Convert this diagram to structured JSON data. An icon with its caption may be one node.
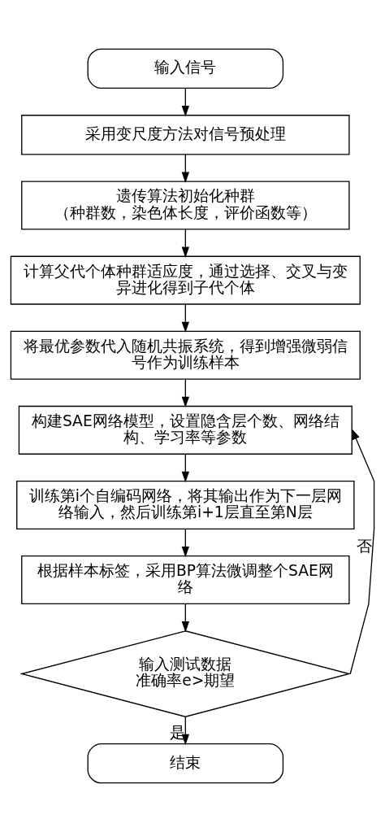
{
  "diagram": {
    "nodes": [
      {
        "text": [
          "输入信号"
        ]
      },
      {
        "text": [
          "采用变尺度方法对信号预处理"
        ]
      },
      {
        "text": [
          "遗传算法初始化种群",
          "（种群数，染色体长度，评价函数等）"
        ]
      },
      {
        "text": [
          "计算父代个体种群适应度，通过选择、交叉与变异进化得到子代个体"
        ]
      },
      {
        "text": [
          "将最优参数代入随机共振系统，得到增强微弱信号作为训练样本"
        ]
      },
      {
        "text": [
          "构建SAE网络模型，设置隐含层个数、网络结构、学习率等参数"
        ]
      },
      {
        "text": [
          "训练第i个自编码网络，将其输出作为下一层网络输入，然后训练第i+1层直至第N层"
        ]
      },
      {
        "text": [
          "根据样本标签，采用BP算法微调整个SAE网络"
        ]
      },
      {
        "text": [
          "输入测试数据",
          "准确率e>期望"
        ]
      },
      {
        "text": [
          "结束"
        ]
      }
    ],
    "edges": [
      {
        "from": 0,
        "to": 1,
        "arrow": "to"
      },
      {
        "from": 1,
        "to": 2,
        "arrow": "to"
      },
      {
        "from": 2,
        "to": 3,
        "arrow": "to"
      },
      {
        "from": 3,
        "to": 4,
        "arrow": "to"
      },
      {
        "from": 4,
        "to": 5,
        "arrow": "to"
      },
      {
        "from": 5,
        "to": 6,
        "arrow": "to"
      },
      {
        "from": 6,
        "to": 7,
        "arrow": "to"
      },
      {
        "from": 7,
        "to": 8,
        "arrow": "to"
      },
      {
        "from": 8,
        "to": 9,
        "label": "是",
        "arrow": "to"
      },
      {
        "from": 8,
        "to": 5,
        "label": "否",
        "arrow": "to"
      }
    ]
  }
}
